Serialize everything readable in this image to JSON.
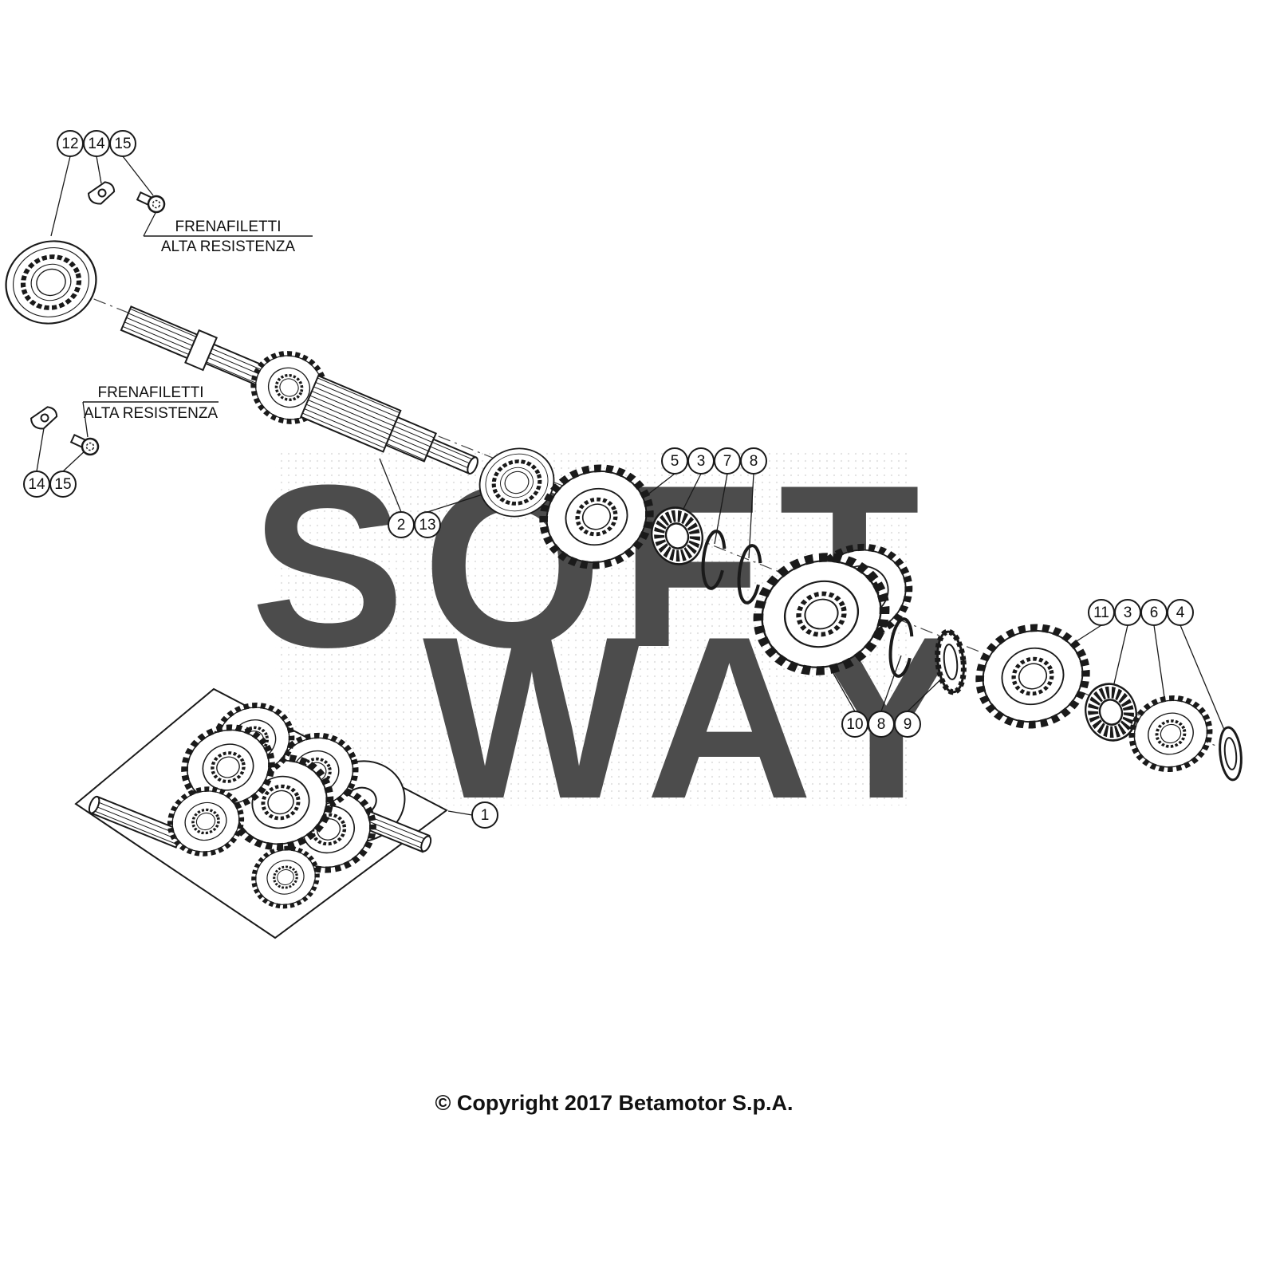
{
  "diagram": {
    "watermark_line1": "SOFT",
    "watermark_line2": "WAY",
    "threadlocker_label": {
      "line1": "FRENAFILETTI",
      "line2": "ALTA RESISTENZA"
    },
    "callouts": {
      "c12": "12",
      "c14a": "14",
      "c15a": "15",
      "c14b": "14",
      "c15b": "15",
      "c2": "2",
      "c13": "13",
      "c5": "5",
      "c3a": "3",
      "c7": "7",
      "c8a": "8",
      "c10": "10",
      "c8b": "8",
      "c9": "9",
      "c11": "11",
      "c3b": "3",
      "c6": "6",
      "c4": "4",
      "c1": "1"
    },
    "copyright": "© Copyright 2017 Betamotor S.p.A."
  }
}
